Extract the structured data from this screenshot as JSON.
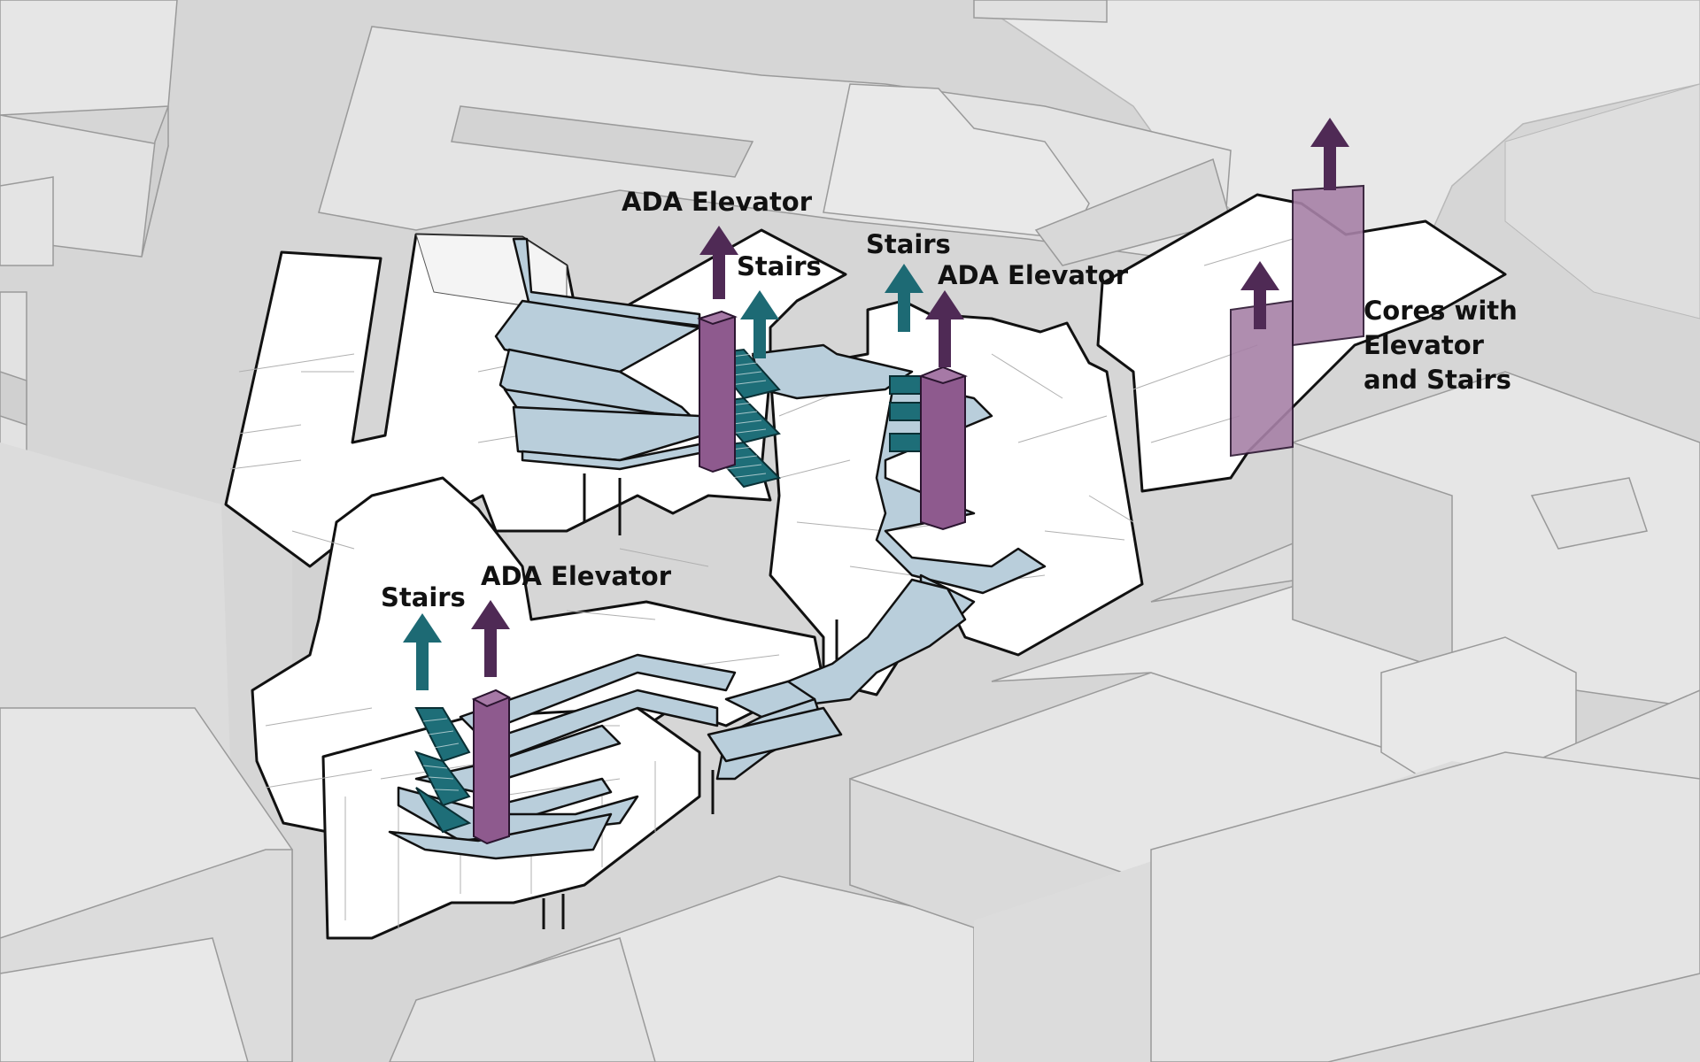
{
  "colors": {
    "background": "#d6d6d6",
    "context_building": "#e6e6e6",
    "context_building_dark": "#d0d0d0",
    "context_edge": "#9a9a9a",
    "road": "#e8e8e8",
    "project_building": "#ffffff",
    "project_edge": "#111111",
    "circulation_path": "#b9cedb",
    "elevator_core": "#8e5a8e",
    "stair": "#1e6e78",
    "elevator_arrow": "#4f2a55",
    "stairs_arrow": "#1d6a74"
  },
  "labels": {
    "center_elevator": "ADA Elevator",
    "center_stairs": "Stairs",
    "right_stairs": "Stairs",
    "right_elevator": "ADA Elevator",
    "bottom_stairs": "Stairs",
    "bottom_elevator": "ADA Elevator",
    "cores_line1": "Cores with",
    "cores_line2": "Elevator",
    "cores_line3": "and Stairs"
  },
  "icons": {
    "elevator_arrow": "arrow-up-icon",
    "stairs_arrow": "arrow-up-icon"
  }
}
